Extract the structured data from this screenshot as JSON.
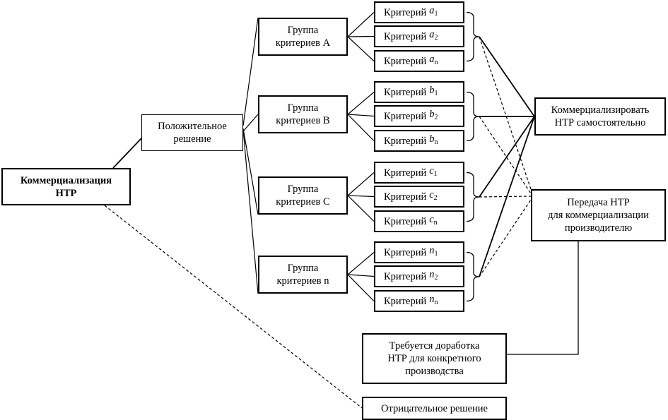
{
  "diagram": {
    "root": {
      "label": "Коммерциализация\nНТР"
    },
    "positive": {
      "label": "Положительное\nрешение"
    },
    "negative": {
      "label": "Отрицательное решение"
    },
    "groups": [
      {
        "label": "Группа\nкритериев A",
        "criteria": [
          {
            "word": "Критерий",
            "var": "a",
            "sub": "1"
          },
          {
            "word": "Критерий",
            "var": "a",
            "sub": "2"
          },
          {
            "word": "Критерий",
            "var": "a",
            "sub": "n"
          }
        ]
      },
      {
        "label": "Группа\nкритериев B",
        "criteria": [
          {
            "word": "Критерий",
            "var": "b",
            "sub": "1"
          },
          {
            "word": "Критерий",
            "var": "b",
            "sub": "2"
          },
          {
            "word": "Критерий",
            "var": "b",
            "sub": "n"
          }
        ]
      },
      {
        "label": "Группа\nкритериев C",
        "criteria": [
          {
            "word": "Критерий",
            "var": "c",
            "sub": "1"
          },
          {
            "word": "Критерий",
            "var": "c",
            "sub": "2"
          },
          {
            "word": "Критерий",
            "var": "c",
            "sub": "n"
          }
        ]
      },
      {
        "label": "Группа\nкритериев n",
        "criteria": [
          {
            "word": "Критерий",
            "var": "n",
            "sub": "1"
          },
          {
            "word": "Критерий",
            "var": "n",
            "sub": "2"
          },
          {
            "word": "Критерий",
            "var": "n",
            "sub": "n"
          }
        ]
      }
    ],
    "outcomes": {
      "self": {
        "label": "Коммерциализировать\nНТР самостоятельно"
      },
      "transfer": {
        "label": "Передача НТР\nдля коммерциализации\nпроизводителю"
      },
      "rework": {
        "label": "Требуется доработка\nНТР для конкретного\nпроизводства"
      }
    },
    "colors": {
      "line": "#000000",
      "background": "#ffffff"
    }
  }
}
